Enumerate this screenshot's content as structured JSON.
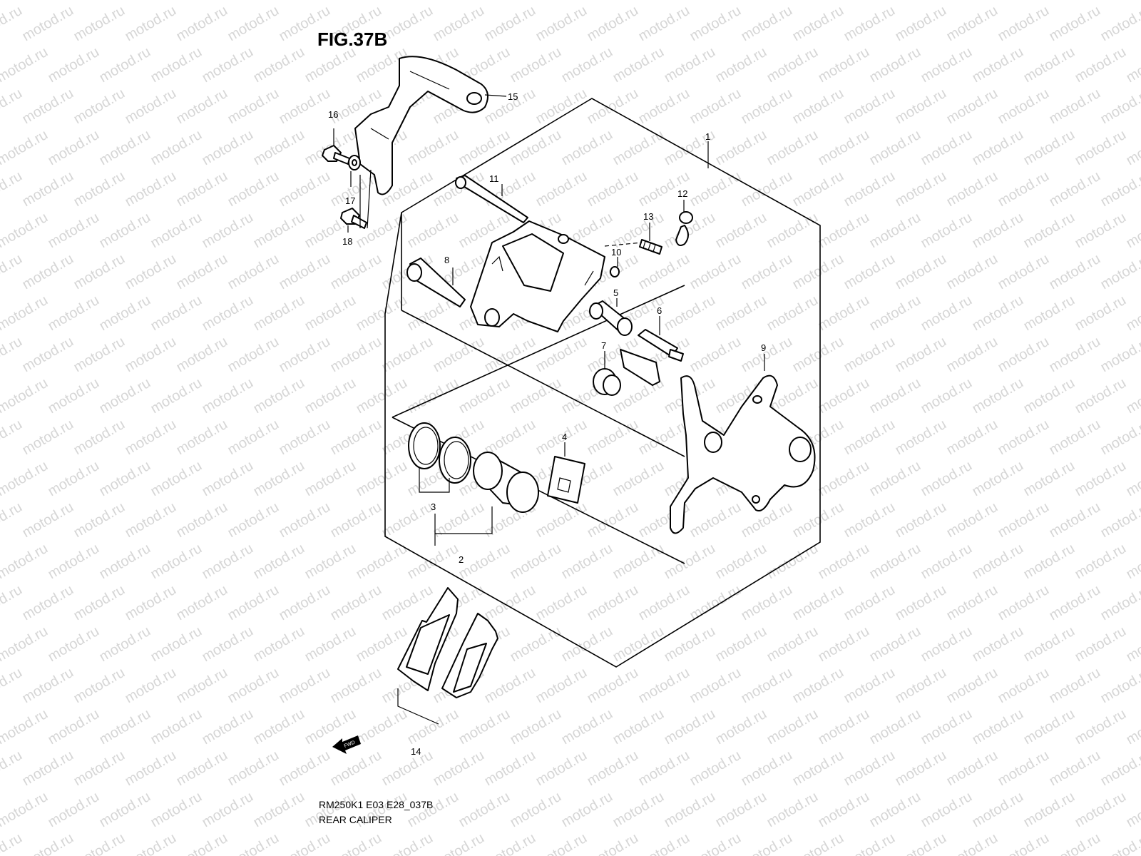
{
  "figure": {
    "title": "FIG.37B",
    "code": "RM250K1 E03 E28_037B",
    "name": "REAR CALIPER",
    "fwd_label": "FWD",
    "watermark": "motod.ru"
  },
  "callouts": [
    {
      "num": "1"
    },
    {
      "num": "2"
    },
    {
      "num": "3"
    },
    {
      "num": "4"
    },
    {
      "num": "5"
    },
    {
      "num": "6"
    },
    {
      "num": "7"
    },
    {
      "num": "8"
    },
    {
      "num": "9"
    },
    {
      "num": "10"
    },
    {
      "num": "11"
    },
    {
      "num": "12"
    },
    {
      "num": "13"
    },
    {
      "num": "14"
    },
    {
      "num": "15"
    },
    {
      "num": "16"
    },
    {
      "num": "17"
    },
    {
      "num": "18"
    }
  ]
}
